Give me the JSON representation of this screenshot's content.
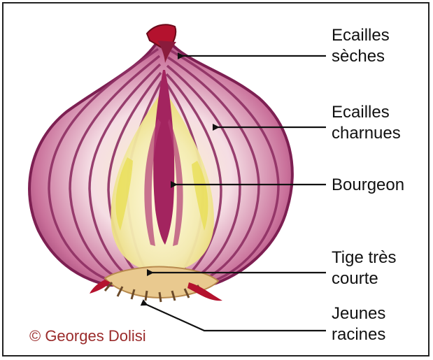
{
  "labels": {
    "dry_scales": [
      "Ecailles",
      "sèches"
    ],
    "fleshy_scales": [
      "Ecailles",
      "charnues"
    ],
    "bud": [
      "Bourgeon"
    ],
    "stem": [
      "Tige très",
      "courte"
    ],
    "roots": [
      "Jeunes",
      "racines"
    ]
  },
  "credit": "© Georges Dolisi",
  "colors": {
    "onion_purple": "#8e2f63",
    "onion_light": "#f4dde8",
    "bud_yellow": "#f1e97a",
    "credit_red": "#9a2b2b",
    "arrow": "#111111"
  }
}
